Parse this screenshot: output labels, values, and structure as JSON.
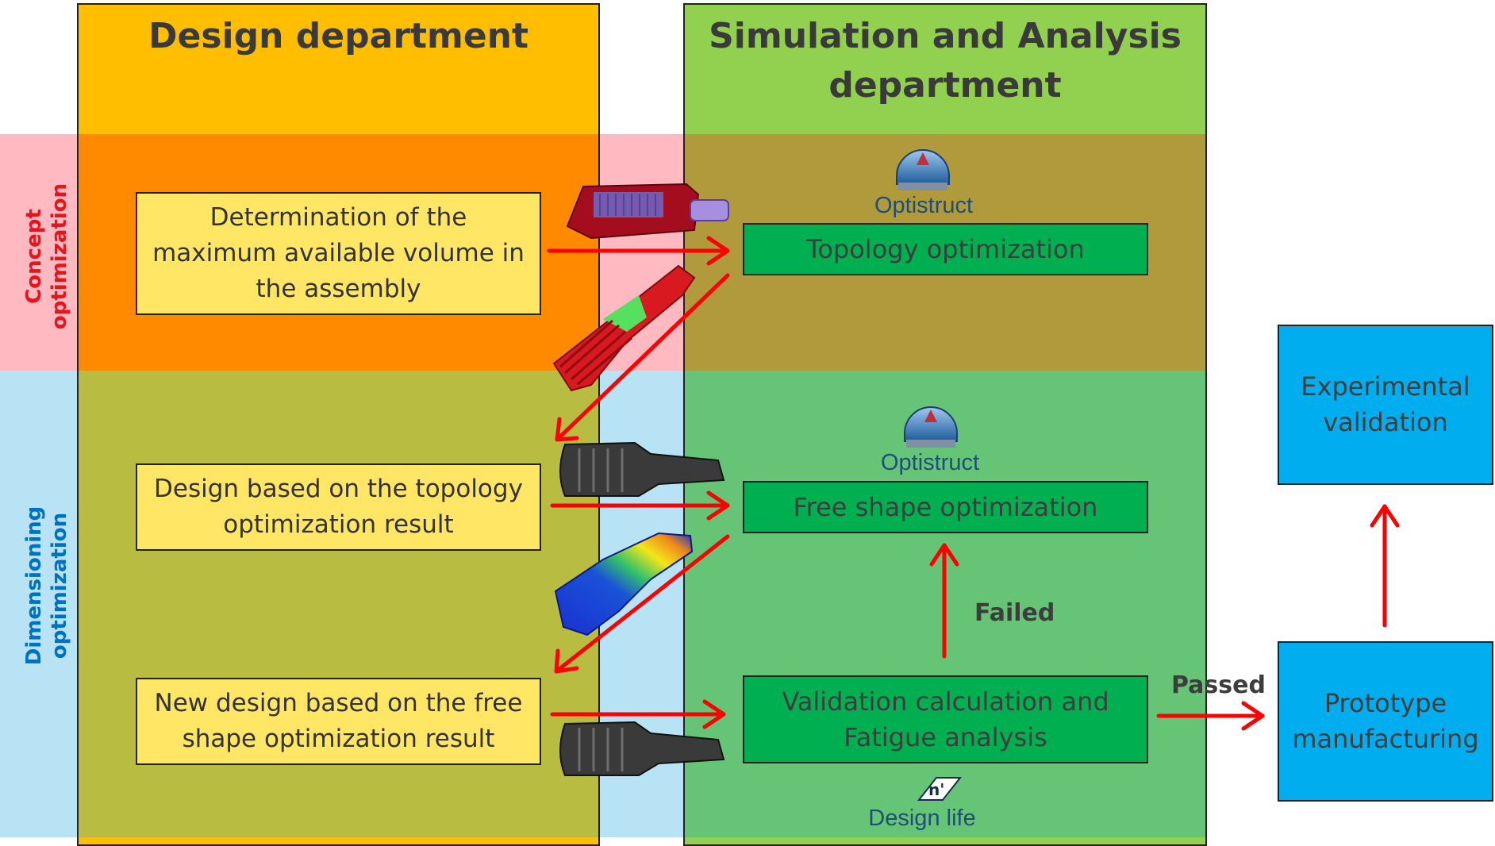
{
  "rows": [
    {
      "id": "concept",
      "label": "Concept\noptimization",
      "color": "#e8141c"
    },
    {
      "id": "dimensioning",
      "label": "Dimensioning\noptimization",
      "color": "#0070c0"
    }
  ],
  "departments": {
    "design": {
      "title": "Design department"
    },
    "simulation": {
      "title": "Simulation and Analysis\ndepartment"
    }
  },
  "steps": {
    "determination": "Determination of the\nmaximum available volume in\nthe assembly",
    "design_topology": "Design based on the  topology\noptimization result",
    "new_design": "New design based on the  free\nshape optimization result",
    "topology": "Topology optimization",
    "free_shape": "Free shape optimization",
    "validation": "Validation calculation and\nFatigue analysis",
    "experimental": "Experimental\nvalidation",
    "prototype": "Prototype\nmanufacturing"
  },
  "tools": {
    "optistruct_1": "Optistruct",
    "optistruct_2": "Optistruct",
    "design_life": "Design life",
    "design_life_badge": "n'"
  },
  "edges": {
    "failed": "Failed",
    "passed": "Passed"
  },
  "colors": {
    "arrow": "#ff0000",
    "design_bg": "#ffbf00",
    "simulation_bg": "#92d050",
    "concept_band": "#ffb9c1",
    "dimension_band": "#b7e3f4"
  }
}
